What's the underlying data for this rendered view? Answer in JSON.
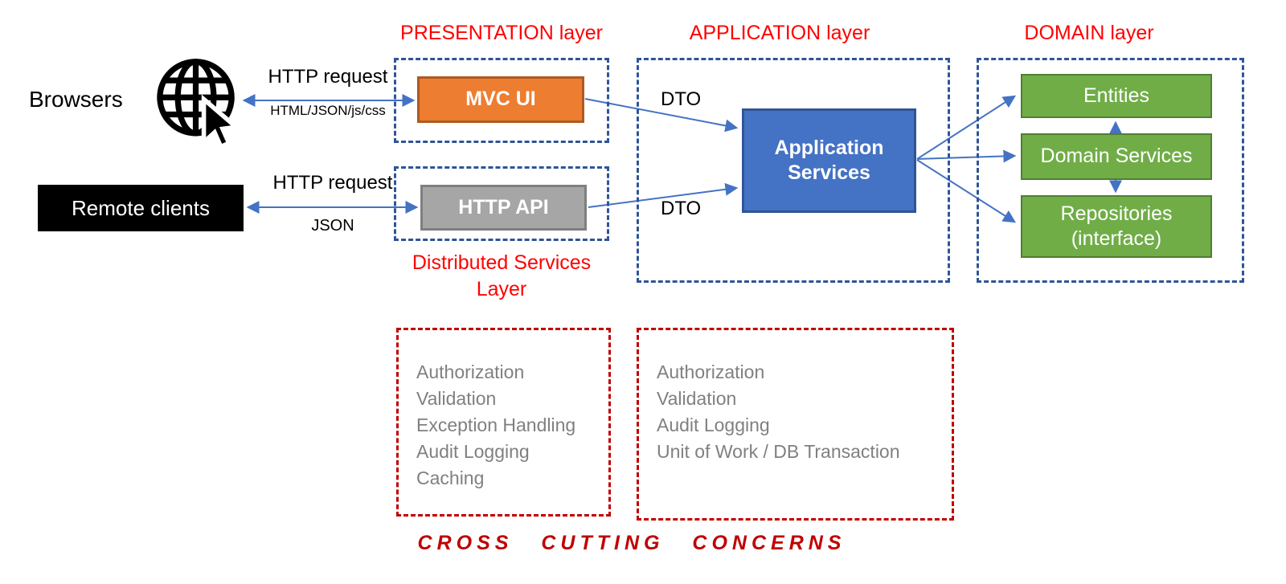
{
  "clients": {
    "browsers_label": "Browsers",
    "remote_clients_label": "Remote clients",
    "browser_arrow": {
      "top_label": "HTTP request",
      "bottom_label": "HTML/JSON/js/css"
    },
    "remote_arrow": {
      "top_label": "HTTP request",
      "bottom_label": "JSON"
    }
  },
  "presentation": {
    "title": "PRESENTATION layer",
    "mvc_ui_label": "MVC UI",
    "http_api_label": "HTTP API",
    "distributed_services_label": "Distributed Services Layer"
  },
  "application": {
    "title": "APPLICATION layer",
    "app_services_label": "Application Services",
    "dto_top": "DTO",
    "dto_bottom": "DTO"
  },
  "domain": {
    "title": "DOMAIN layer",
    "entities_label": "Entities",
    "domain_services_label": "Domain Services",
    "repositories_label": "Repositories (interface)"
  },
  "cross_cutting": {
    "left": {
      "items": [
        "Authorization",
        "Validation",
        "Exception Handling",
        "Audit Logging",
        "Caching"
      ]
    },
    "right": {
      "items": [
        "Authorization",
        "Validation",
        "Audit Logging",
        "Unit of Work / DB Transaction"
      ]
    },
    "footer": "CROSS CUTTING CONCERNS"
  },
  "colors": {
    "layer_title_red": "#FF0000",
    "cross_cutting_red": "#C00000",
    "dashed_layer_blue": "#2E5597",
    "arrow_blue": "#4472C4",
    "mvc_ui_orange": "#ED7D31",
    "http_api_gray": "#A6A6A6",
    "app_services_blue": "#4472C4",
    "domain_green": "#70AD47",
    "list_text_gray": "#808080",
    "remote_clients_black": "#000000"
  }
}
